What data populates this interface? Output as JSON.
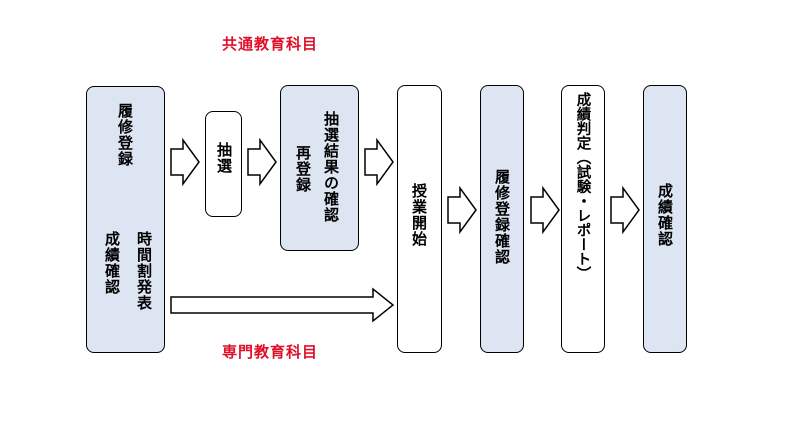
{
  "labels": {
    "common": "共通教育科目",
    "specialized": "専門教育科目"
  },
  "boxes": {
    "registration": {
      "line1": "履修登録",
      "line2": "時間割発表",
      "line3": "成績確認"
    },
    "lottery": {
      "text": "抽選"
    },
    "lottery_result": {
      "line1": "抽選結果の確認",
      "line2": "再登録"
    },
    "class_start": {
      "text": "授業開始"
    },
    "registration_confirm": {
      "text": "履修登録確認"
    },
    "grading": {
      "text": "成績判定（試験・レポート）"
    },
    "grade_confirm": {
      "text": "成績確認"
    }
  },
  "colors": {
    "label_red": "#e0102a",
    "box_blue": "#dde4f2",
    "border": "#000000"
  }
}
